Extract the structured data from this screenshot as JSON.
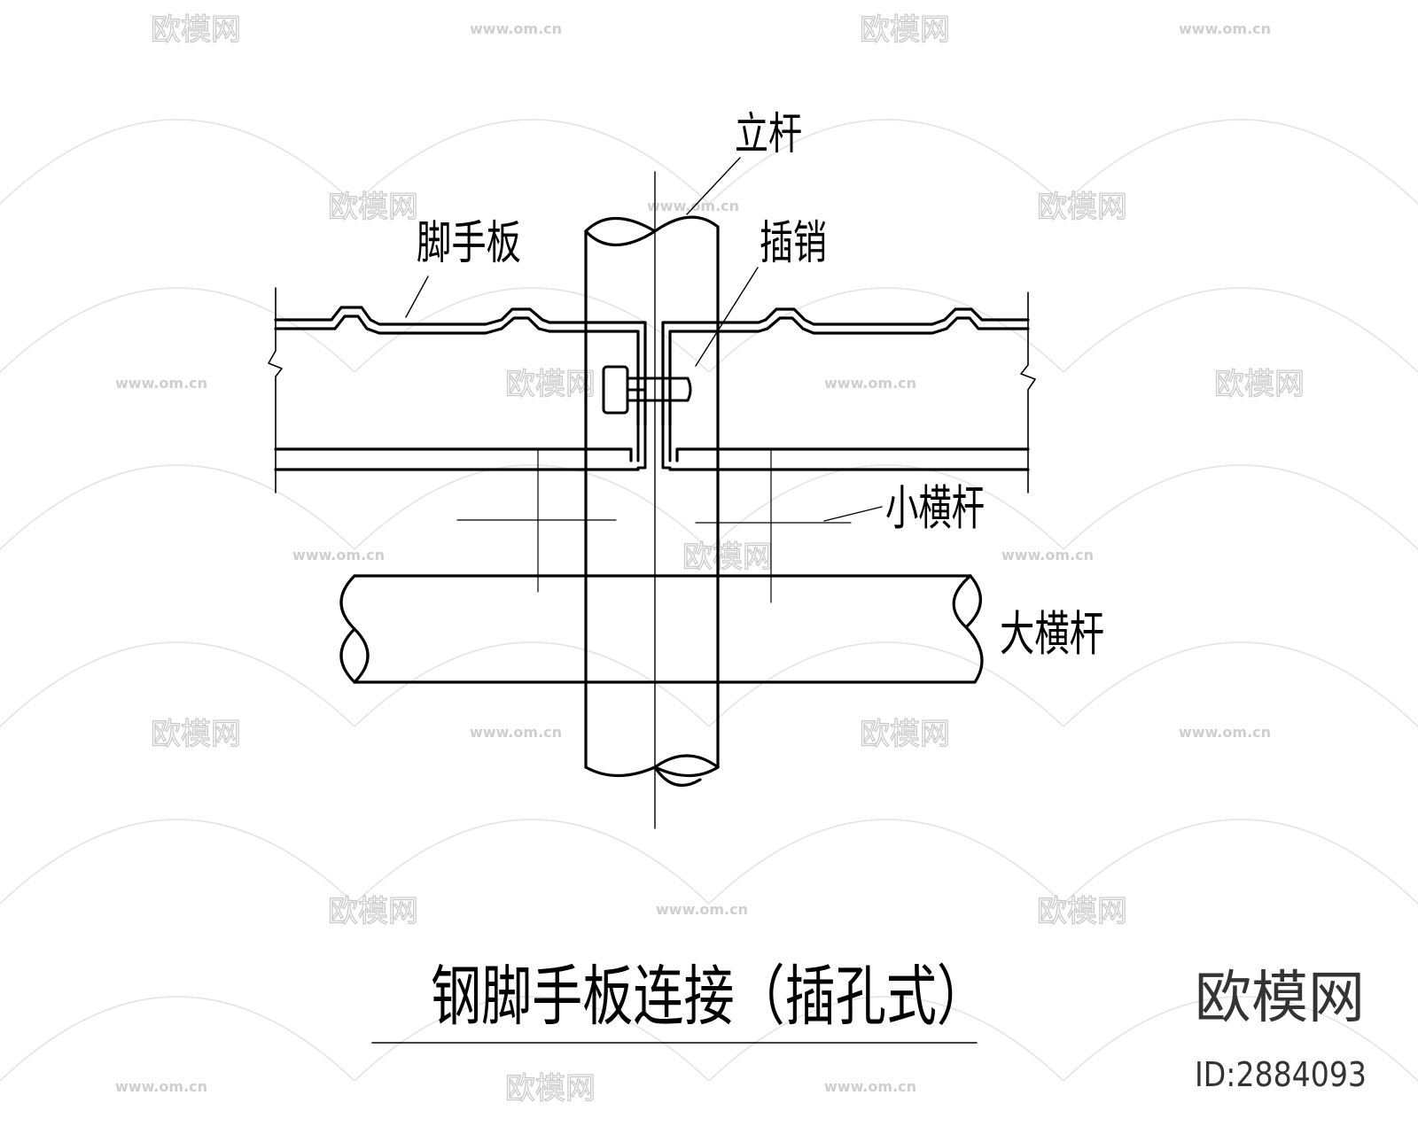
{
  "diagram": {
    "title": "钢脚手板连接（插孔式）",
    "labels": {
      "pole": "立杆",
      "board": "脚手板",
      "pin": "插销",
      "small_crossbar": "小横杆",
      "large_crossbar": "大横杆"
    }
  },
  "watermark": {
    "brand": "欧模网",
    "url": "www.om.cn",
    "id_text": "ID:2884093"
  },
  "colors": {
    "line": "#000000",
    "watermark": "#c8c8c8"
  }
}
